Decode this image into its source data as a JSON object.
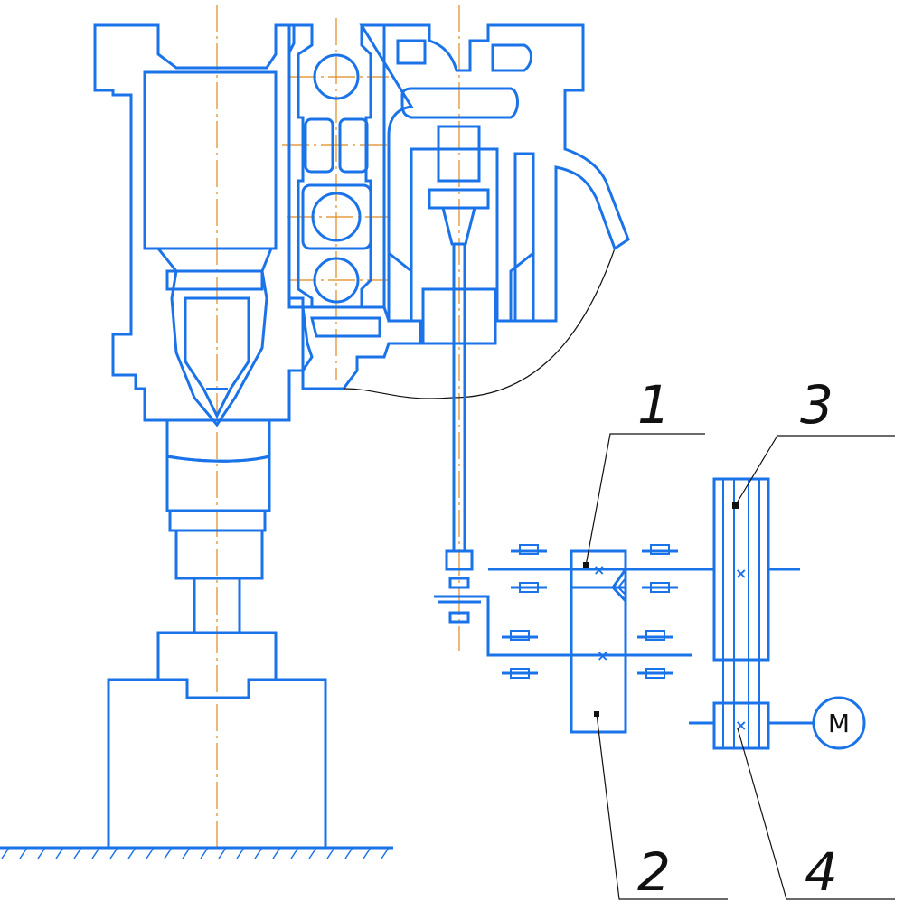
{
  "diagram": {
    "callouts": [
      {
        "id": "1",
        "label": "1"
      },
      {
        "id": "2",
        "label": "2"
      },
      {
        "id": "3",
        "label": "3"
      },
      {
        "id": "4",
        "label": "4"
      }
    ],
    "motor_label": "M",
    "colors": {
      "outline": "#1a73e8",
      "axis": "#e08a1e",
      "leader": "#111111"
    }
  }
}
